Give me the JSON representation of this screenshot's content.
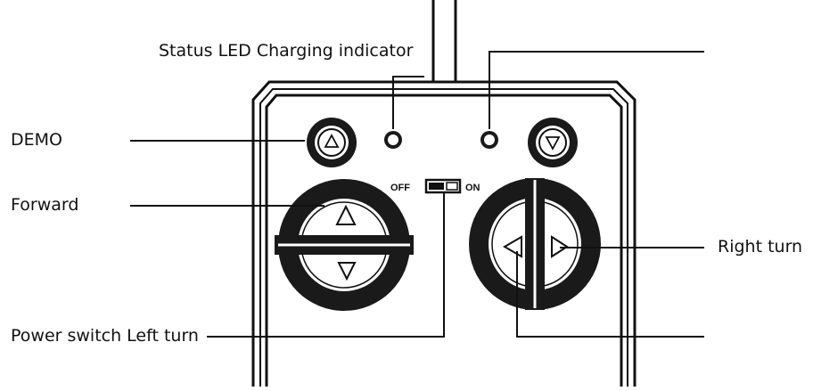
{
  "labels": {
    "status_led_charging": "Status LED Charging indicator",
    "demo": "DEMO",
    "forward": "Forward",
    "right_turn": "Right turn",
    "power_switch_left_turn": "Power switch Left turn"
  },
  "switch": {
    "off": "OFF",
    "on": "ON"
  },
  "icons": [
    "up-triangle-icon",
    "down-triangle-icon",
    "left-triangle-icon",
    "right-triangle-icon"
  ],
  "colors": {
    "ink": "#111111",
    "background": "#ffffff"
  }
}
